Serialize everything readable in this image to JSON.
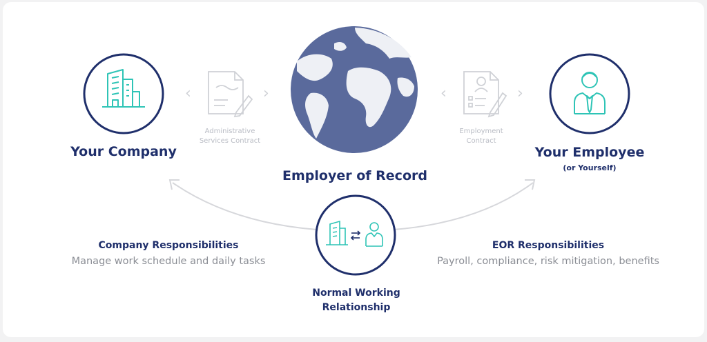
{
  "nodes": {
    "company": {
      "label": "Your Company"
    },
    "eor": {
      "label": "Employer of Record"
    },
    "employee": {
      "label": "Your Employee",
      "sublabel": "(or Yourself)"
    },
    "relationship": {
      "label_line1": "Normal Working",
      "label_line2": "Relationship"
    }
  },
  "contracts": {
    "admin": {
      "line1": "Administrative",
      "line2": "Services Contract"
    },
    "employment": {
      "line1": "Employment",
      "line2": "Contract"
    }
  },
  "responsibilities": {
    "company": {
      "title": "Company Responsibilities",
      "text": "Manage work schedule and daily tasks"
    },
    "eor": {
      "title": "EOR Responsibilities",
      "text": "Payroll, compliance, risk mitigation, benefits"
    }
  },
  "chevrons": {
    "left": "‹",
    "right": "›"
  },
  "colors": {
    "navy": "#1f2f6b",
    "teal": "#2ec4b6",
    "globe": "#5a6a9c",
    "land": "#eef0f5",
    "muted": "#c6c8cd"
  }
}
